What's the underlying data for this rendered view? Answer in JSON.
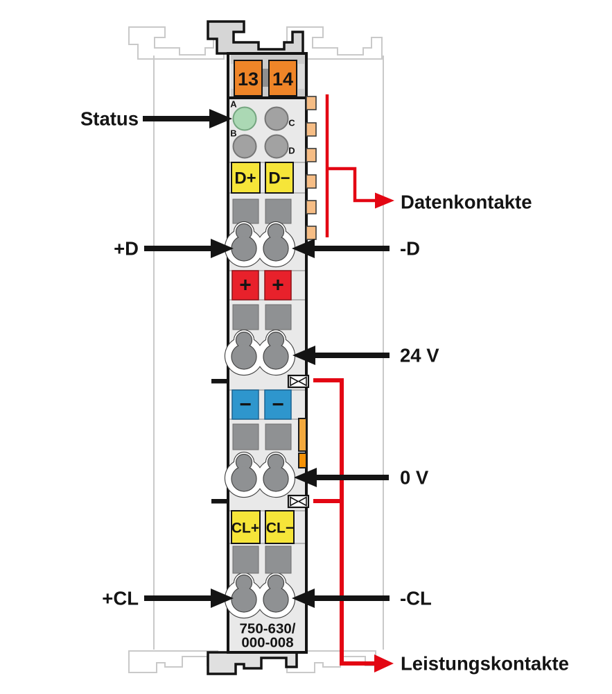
{
  "diagram": {
    "title_hidden": "",
    "terminal_numbers": [
      "13",
      "14"
    ],
    "led_labels": [
      "A",
      "B",
      "C",
      "D"
    ],
    "markings": {
      "d_plus": "D+",
      "d_minus": "D−",
      "plus": "+",
      "minus": "−",
      "cl_plus": "CL+",
      "cl_minus": "CL−"
    },
    "module_number_line1": "750-630/",
    "module_number_line2": "000-008",
    "callouts": {
      "status": "Status",
      "plus_d": "+D",
      "minus_d": "-D",
      "v24": "24 V",
      "v0": "0 V",
      "plus_cl": "+CL",
      "minus_cl": "-CL",
      "data_contacts": "Datenkontakte",
      "power_contacts": "Leistungskontakte"
    },
    "colors": {
      "module_orange": "#ef8528",
      "signal_yellow": "#f6e539",
      "signal_red": "#e8212b",
      "signal_blue": "#2e96cd",
      "led_green": "#abd8b4",
      "led_gray": "#a2a2a2",
      "callout_red": "#e30613",
      "arrow_black": "#141414",
      "data_contact_tan": "#f6bd85",
      "jumper_orange": "#f59207"
    }
  }
}
